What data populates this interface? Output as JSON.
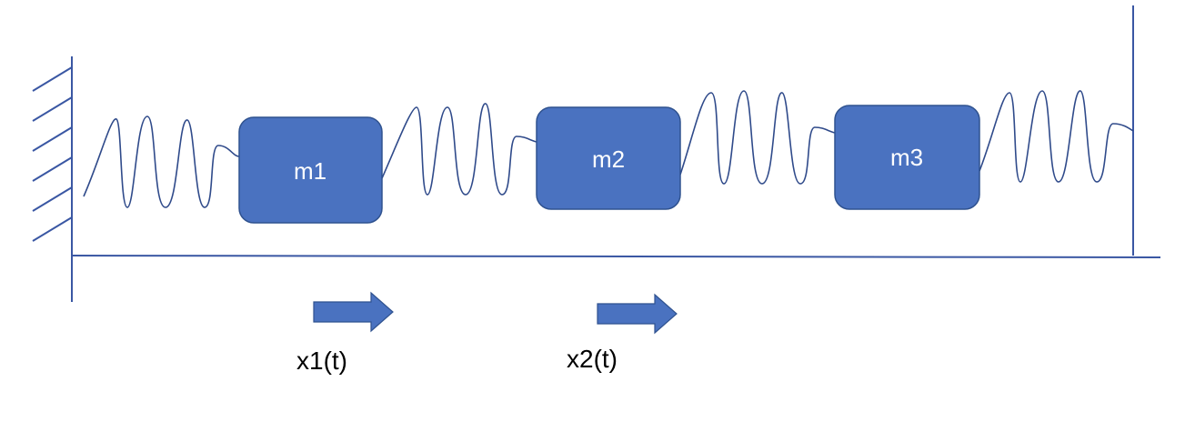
{
  "masses": [
    {
      "label": "m1"
    },
    {
      "label": "m2"
    },
    {
      "label": "m3"
    }
  ],
  "displacements": [
    {
      "label": "x1(t)"
    },
    {
      "label": "x2(t)"
    }
  ],
  "colors": {
    "mass_fill": "#4a72c0",
    "mass_stroke": "#2f528f",
    "line": "#3a57a3",
    "spring": "#2f4a8a",
    "mass_text": "#ffffff"
  }
}
